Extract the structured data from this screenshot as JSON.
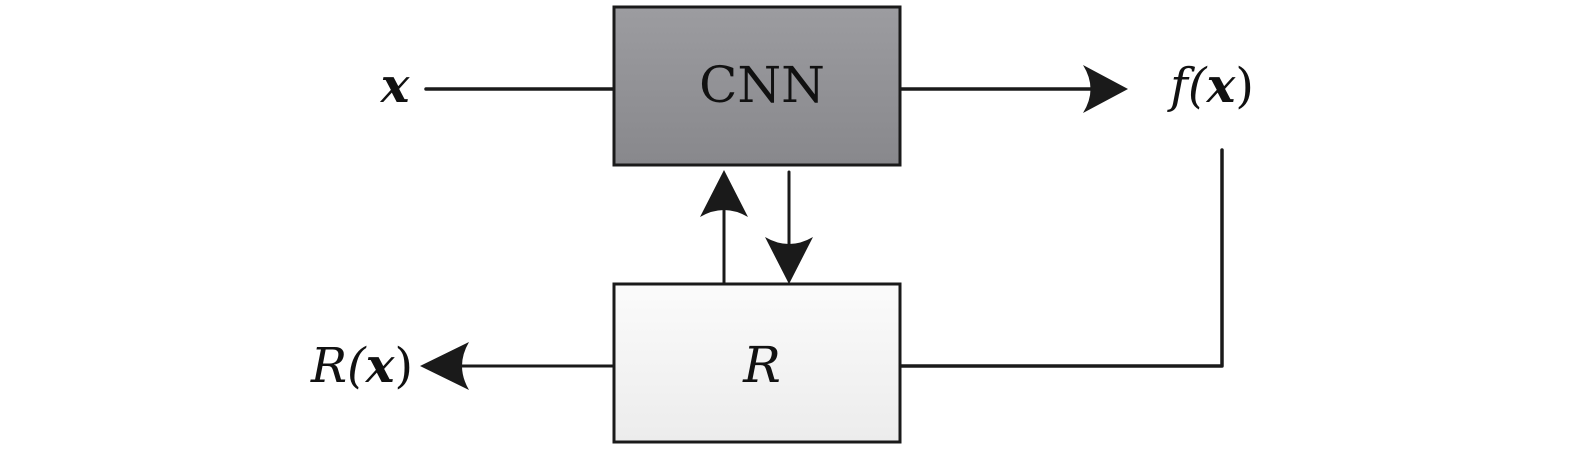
{
  "diagram": {
    "input_label": {
      "prefix": "",
      "var": "x",
      "suffix": ""
    },
    "cnn_label": "CNN",
    "output_label": {
      "prefix": "f(",
      "var": "x",
      "suffix": ")"
    },
    "r_label": "R",
    "r_output_label": {
      "prefix": "R(",
      "var": "x",
      "suffix": ")"
    }
  },
  "colors": {
    "cnn_fill_top": "#9c9ca0",
    "cnn_fill_bottom": "#88888c",
    "r_fill_top": "#fbfbfb",
    "r_fill_bottom": "#ececec",
    "line": "#1a1a1a"
  }
}
